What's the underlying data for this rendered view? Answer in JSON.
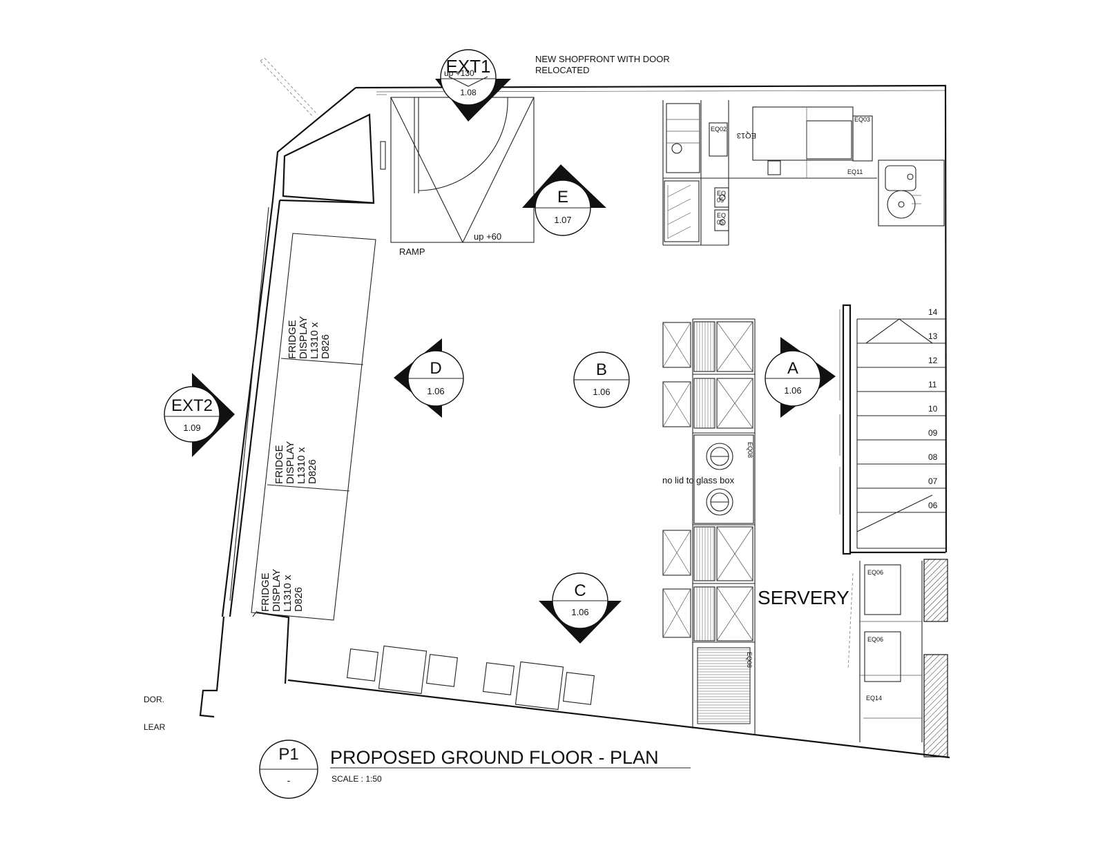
{
  "drawing": {
    "note_shopfront": [
      "NEW SHOPFRONT WITH DOOR",
      "RELOCATED"
    ],
    "ramp_label": "RAMP",
    "ramp_level": "up +60",
    "door_level": "up +130",
    "servery_label": "SERVERY",
    "glass_box_note": "no lid to glass box",
    "fridge_display": [
      "FRIDGE",
      "DISPLAY",
      "L1310 x",
      "D826"
    ],
    "equipment": {
      "eq02": "EQ02",
      "eq03": "EQ03",
      "eq13": "EQ13",
      "eq11": "EQ11",
      "eq05": [
        "EQ",
        "05"
      ],
      "eq08_a": "EQ08",
      "eq08_b": "EQ08",
      "eq06_a": "EQ06",
      "eq06_b": "EQ06",
      "eq14": "EQ14"
    },
    "stair_steps": [
      "14",
      "13",
      "12",
      "11",
      "10",
      "09",
      "08",
      "07",
      "06"
    ],
    "cut_text": [
      "DOR.",
      "LEAR"
    ]
  },
  "markers": {
    "ext1": {
      "label": "EXT1",
      "ref": "1.08"
    },
    "ext2": {
      "label": "EXT2",
      "ref": "1.09"
    },
    "a": {
      "label": "A",
      "ref": "1.06"
    },
    "b": {
      "label": "B",
      "ref": "1.06"
    },
    "c": {
      "label": "C",
      "ref": "1.06"
    },
    "d": {
      "label": "D",
      "ref": "1.06"
    },
    "e": {
      "label": "E",
      "ref": "1.07"
    }
  },
  "title_block": {
    "ref": "P1",
    "sheet": "-",
    "title": "PROPOSED GROUND FLOOR - PLAN",
    "scale": "SCALE : 1:50"
  }
}
